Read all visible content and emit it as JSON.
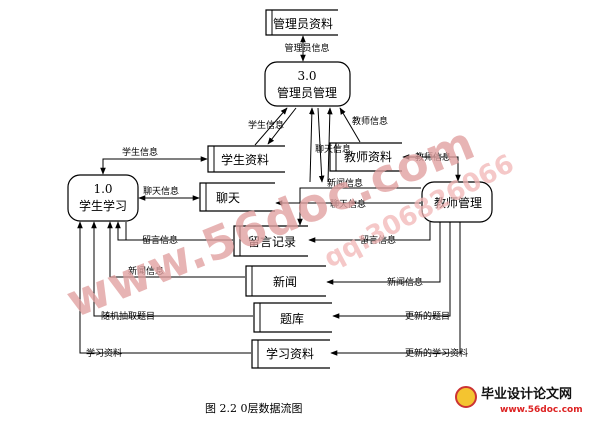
{
  "processes": {
    "admin_num": "3.0",
    "admin_name": "管理员管理",
    "student_num": "1.0",
    "student_name": "学生学习",
    "teacher_name": "教师管理"
  },
  "stores": {
    "admin_data": "管理员资料",
    "student_data": "学生资料",
    "teacher_data": "教师资料",
    "chat": "聊天",
    "guestbook": "留言记录",
    "news": "新闻",
    "question_bank": "题库",
    "study_data": "学习资料"
  },
  "flows": {
    "admin_info": "管理员信息",
    "student_info_top": "学生信息",
    "teacher_info_top": "教师信息",
    "chat_info_top": "聊天信息",
    "student_info_left": "学生信息",
    "teacher_info_right": "教师信息",
    "chat_info_left": "聊天信息",
    "news_info_mid": "新闻信息",
    "chat_info_right": "聊天信息",
    "guestbook_info_left": "留言信息",
    "guestbook_info_right": "留言信息",
    "news_info_left": "新闻信息",
    "news_info_right": "新闻信息",
    "random_question": "随机抽取题目",
    "updated_question": "更新的题目",
    "study_data_left": "学习资料",
    "updated_study_data": "更新的学习资料"
  },
  "watermark": {
    "site": "www.56doc.com",
    "qq": "qq:306826066"
  },
  "logo": {
    "title": "毕业设计论文网",
    "url": "www.56doc.com"
  },
  "caption": "图 2.2   0层数据流图"
}
